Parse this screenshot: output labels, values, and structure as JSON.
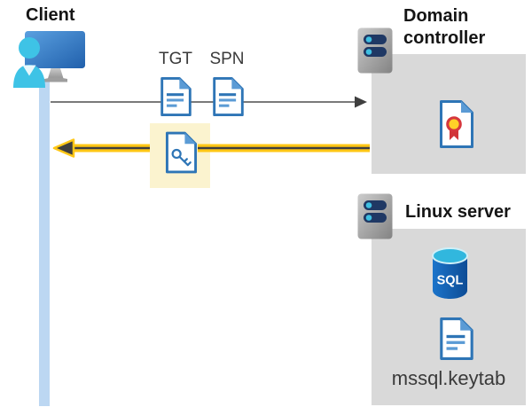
{
  "client": {
    "label": "Client"
  },
  "request_flow": {
    "tickets": [
      {
        "label": "TGT",
        "icon": "document-icon"
      },
      {
        "label": "SPN",
        "icon": "document-icon"
      }
    ],
    "direction": "client-to-domain-controller"
  },
  "response_flow": {
    "icon": "key-document-icon",
    "highlighted": true,
    "direction": "domain-controller-to-client"
  },
  "domain_controller": {
    "label": "Domain controller",
    "icons": [
      "server-icon",
      "certificate-icon"
    ]
  },
  "linux_server": {
    "label": "Linux server",
    "database_label": "SQL",
    "keytab_file": "mssql.keytab",
    "icons": [
      "server-icon",
      "sql-database-icon",
      "document-icon"
    ]
  },
  "icons": {
    "client": "user-monitor-icon",
    "document": "document-icon",
    "key_document": "key-document-icon",
    "server": "server-icon",
    "certificate": "certificate-icon",
    "sql_database": "sql-database-icon"
  },
  "colors": {
    "highlight_yellow_bg": "#fbf3cf",
    "arrow_gold": "#ffc716",
    "arrow_dark": "#3f3f3f",
    "request_line_gray": "#7a7a7a",
    "container_gray": "#d9d9d9",
    "lifeline_blue": "#bcd7f2",
    "doc_blue": "#2e75b6",
    "doc_blue_light": "#5b9bd5",
    "person_cyan": "#3ec3e6",
    "server_slot_navy": "#1f3864",
    "server_dot_cyan": "#3fc0e2",
    "sql_body_blue": "#1463b3",
    "sql_top_cyan": "#31b7de",
    "cert_ribbon_red": "#d13438",
    "cert_seal_gold": "#ffd028"
  }
}
